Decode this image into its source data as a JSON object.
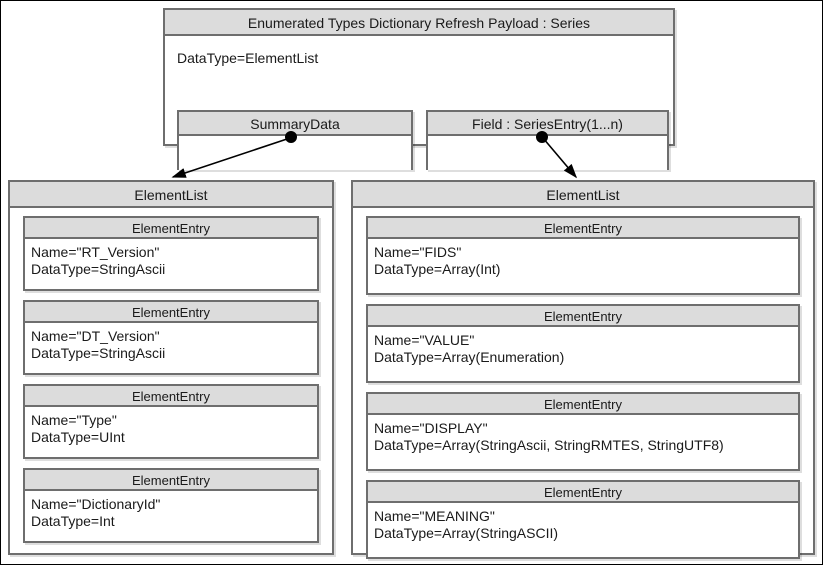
{
  "diagram": {
    "title": "Enumerated Types Dictionary Refresh Payload : Series",
    "payload": {
      "header": "Enumerated Types Dictionary Refresh Payload : Series",
      "datatype": "DataType=ElementList",
      "summary_data": {
        "header": "SummaryData"
      },
      "field": {
        "header": "Field : SeriesEntry(1...n)"
      }
    },
    "summary_list": {
      "header": "ElementList",
      "entries": [
        {
          "header": "ElementEntry",
          "name": "Name=\"RT_Version\"",
          "datatype": "DataType=StringAscii"
        },
        {
          "header": "ElementEntry",
          "name": "Name=\"DT_Version\"",
          "datatype": "DataType=StringAscii"
        },
        {
          "header": "ElementEntry",
          "name": "Name=\"Type\"",
          "datatype": "DataType=UInt"
        },
        {
          "header": "ElementEntry",
          "name": "Name=\"DictionaryId\"",
          "datatype": "DataType=Int"
        }
      ]
    },
    "field_list": {
      "header": "ElementList",
      "entries": [
        {
          "header": "ElementEntry",
          "name": "Name=\"FIDS\"",
          "datatype": "DataType=Array(Int)"
        },
        {
          "header": "ElementEntry",
          "name": "Name=\"VALUE\"",
          "datatype": "DataType=Array(Enumeration)"
        },
        {
          "header": "ElementEntry",
          "name": "Name=\"DISPLAY\"",
          "datatype": "DataType=Array(StringAscii,  StringRMTES, StringUTF8)"
        },
        {
          "header": "ElementEntry",
          "name": "Name=\"MEANING\"",
          "datatype": "DataType=Array(StringASCII)"
        }
      ]
    },
    "colors": {
      "header_fill": "#dcdcdc",
      "border": "#6e6e6e",
      "body_fill": "#ffffff",
      "connector": "#000000",
      "text": "#1a1a1a"
    }
  }
}
